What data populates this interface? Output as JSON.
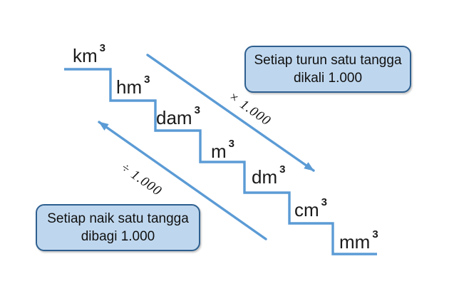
{
  "colors": {
    "line_blue": "#5B9BD5",
    "callout_fill": "#BFD7EE",
    "callout_border": "#2E5F8F",
    "text": "#111111"
  },
  "staircase": {
    "units": [
      {
        "base": "km",
        "exp": "3"
      },
      {
        "base": "hm",
        "exp": "3"
      },
      {
        "base": "dam",
        "exp": "3"
      },
      {
        "base": "m",
        "exp": "3"
      },
      {
        "base": "dm",
        "exp": "3"
      },
      {
        "base": "cm",
        "exp": "3"
      },
      {
        "base": "mm",
        "exp": "3"
      }
    ]
  },
  "arrows": {
    "down": {
      "label": "× 1.000",
      "direction": "down-right"
    },
    "up": {
      "label": "÷ 1.000",
      "direction": "up-left"
    }
  },
  "callouts": {
    "down": {
      "line1": "Setiap turun satu tangga",
      "line2": "dikali 1.000"
    },
    "up": {
      "line1": "Setiap naik satu tangga",
      "line2": "dibagi 1.000"
    }
  }
}
